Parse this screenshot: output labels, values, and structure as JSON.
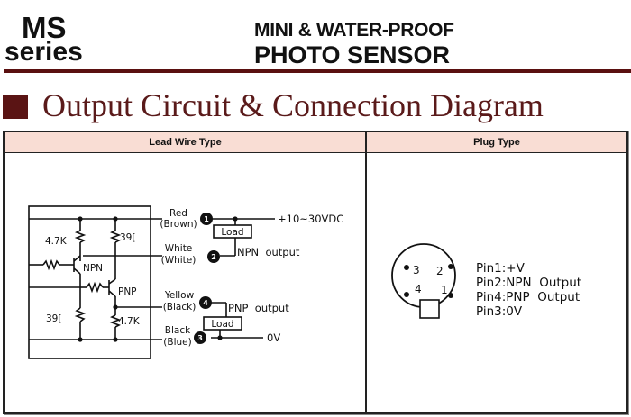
{
  "header": {
    "series_line1": "MS",
    "series_line2": "series",
    "subtitle_line1": "MINI & WATER-PROOF",
    "subtitle_line2": "PHOTO SENSOR",
    "accent_color": "#5a1010"
  },
  "section": {
    "title": "Output Circuit & Connection Diagram"
  },
  "table": {
    "columns": [
      "Lead Wire Type",
      "Plug Type"
    ],
    "header_bg": "#f9ddd4"
  },
  "lead_wire": {
    "resistors": {
      "r_top_left": "4.7K",
      "r_top_right": "39[",
      "r_bottom_left": "39[",
      "r_bottom_right": "4.7K"
    },
    "transistors": {
      "npn": "NPN",
      "pnp": "PNP"
    },
    "wires": [
      {
        "pin": "1",
        "color_line1": "Red",
        "color_line2": "(Brown)"
      },
      {
        "pin": "2",
        "color_line1": "White",
        "color_line2": "(White)"
      },
      {
        "pin": "4",
        "color_line1": "Yellow",
        "color_line2": "(Black)"
      },
      {
        "pin": "3",
        "color_line1": "Black",
        "color_line2": "(Blue)"
      }
    ],
    "supply_label": "+10~30VDC",
    "load_label": "Load",
    "npn_output_label": "NPN  output",
    "pnp_output_label": "PNP  output",
    "ground_label": "0V"
  },
  "plug": {
    "pin_numbers": [
      "3",
      "2",
      "4",
      "1"
    ],
    "pins": [
      "Pin1:+V",
      "Pin2:NPN  Output",
      "Pin4:PNP  Output",
      "Pin3:0V"
    ]
  }
}
